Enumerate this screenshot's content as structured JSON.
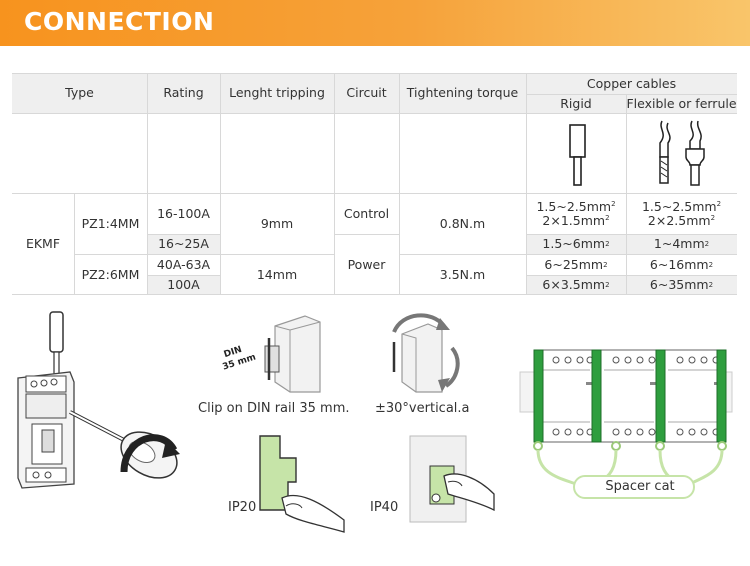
{
  "header": {
    "title": "CONNECTION"
  },
  "table": {
    "columns": {
      "type": "Type",
      "rating": "Rating",
      "length": "Lenght tripping",
      "circuit": "Circuit",
      "torque": "Tightening torque",
      "copper": "Copper cables",
      "rigid": "Rigid",
      "flexible": "Flexible or ferrule"
    },
    "product": "EKMF",
    "rows": {
      "pz1": "PZ1:4MM",
      "pz2": "PZ2:6MM",
      "r1": "16-100A",
      "r2": "16~25A",
      "r3": "40A-63A",
      "r4": "100A",
      "len1": "9mm",
      "len2": "14mm",
      "circ1": "Control",
      "circ2": "Power",
      "tq1": "0.8N.m",
      "tq2": "3.5N.m",
      "rig1a": "1.5~2.5mm",
      "rig1b": "2×1.5mm",
      "rig2": "1.5~6mm",
      "rig3": "6~25mm",
      "rig4": "6×3.5mm",
      "flx1a": "1.5~2.5mm",
      "flx1b": "2×2.5mm",
      "flx2": "1~4mm",
      "flx3": "6~16mm",
      "flx4": "6~35mm",
      "sq": "2"
    }
  },
  "diagrams": {
    "din_badge": "DIN",
    "din_size": "35 mm",
    "clip_caption": "Clip on DIN rail 35 mm.",
    "angle_caption": "±30°vertical.a",
    "ip20": "IP20",
    "ip40": "IP40",
    "spacer": "Spacer cat"
  },
  "colors": {
    "header": "#f7931e",
    "green": "#2e9e3e",
    "light_green": "#c6e4a8"
  }
}
